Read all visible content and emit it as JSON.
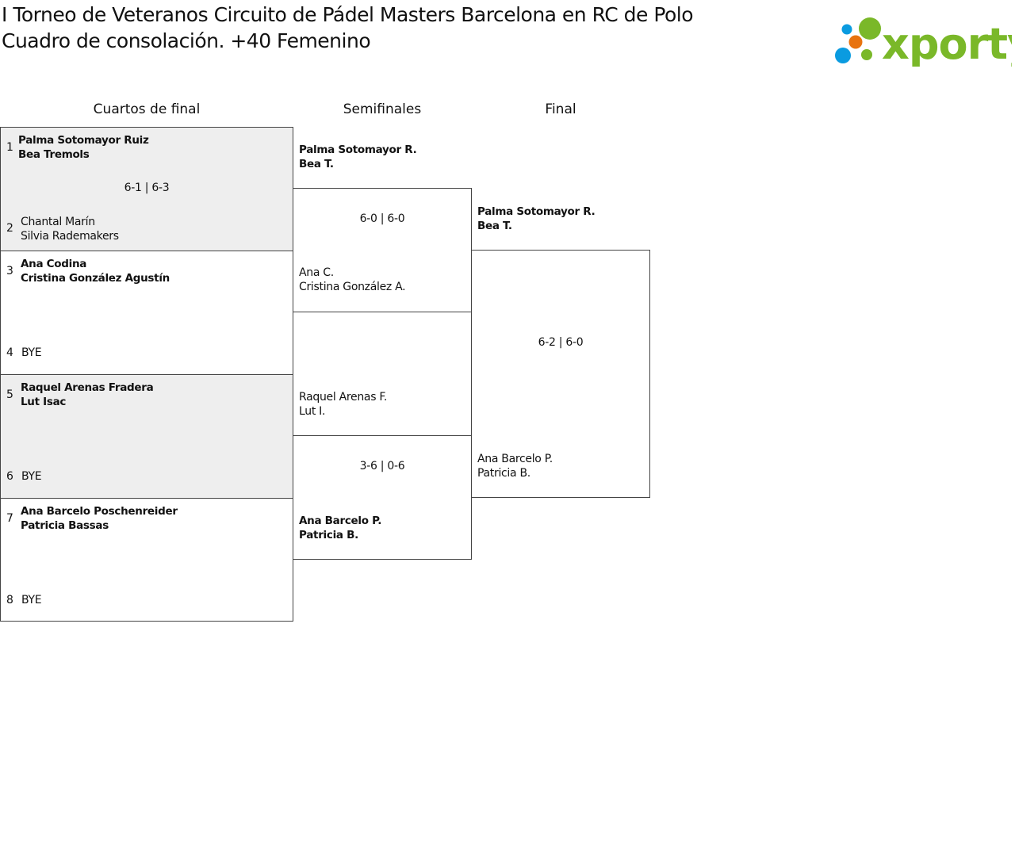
{
  "title": {
    "line1": "I Torneo de Veteranos Circuito de Pádel Masters Barcelona en RC de Polo",
    "line2": "Cuadro de consolación. +40 Femenino"
  },
  "logo": {
    "text": "xporty",
    "colors": {
      "green": "#7ab829",
      "blue": "#0a9be0",
      "orange": "#e8730f"
    }
  },
  "rounds": [
    "Cuartos de final",
    "Semifinales",
    "Final"
  ],
  "qf": [
    {
      "seeds": [
        "1",
        "2"
      ],
      "top": [
        "Palma Sotomayor Ruiz",
        "Bea Tremols"
      ],
      "bottom": [
        "Chantal Marín",
        "Silvia Rademakers"
      ],
      "score": "6-1 | 6-3"
    },
    {
      "seeds": [
        "3",
        "4"
      ],
      "top": [
        "Ana Codina",
        "Cristina González Agustín"
      ],
      "bottom": [
        "BYE"
      ],
      "score": ""
    },
    {
      "seeds": [
        "5",
        "6"
      ],
      "top": [
        "Raquel Arenas Fradera",
        "Lut Isac"
      ],
      "bottom": [
        "BYE"
      ],
      "score": ""
    },
    {
      "seeds": [
        "7",
        "8"
      ],
      "top": [
        "Ana Barcelo Poschenreider",
        "Patricia Bassas"
      ],
      "bottom": [
        "BYE"
      ],
      "score": ""
    }
  ],
  "sf": [
    {
      "top": [
        "Palma Sotomayor R.",
        "Bea T."
      ],
      "bottom": [
        "Ana C.",
        "Cristina González A."
      ],
      "score": "6-0 | 6-0"
    },
    {
      "top": [
        "Raquel Arenas F.",
        "Lut I."
      ],
      "bottom": [
        "Ana Barcelo P.",
        "Patricia B."
      ],
      "score": "3-6 | 0-6"
    }
  ],
  "final": {
    "top": [
      "Palma Sotomayor R.",
      "Bea T."
    ],
    "bottom": [
      "Ana Barcelo P.",
      "Patricia B."
    ],
    "score": "6-2 | 6-0"
  }
}
